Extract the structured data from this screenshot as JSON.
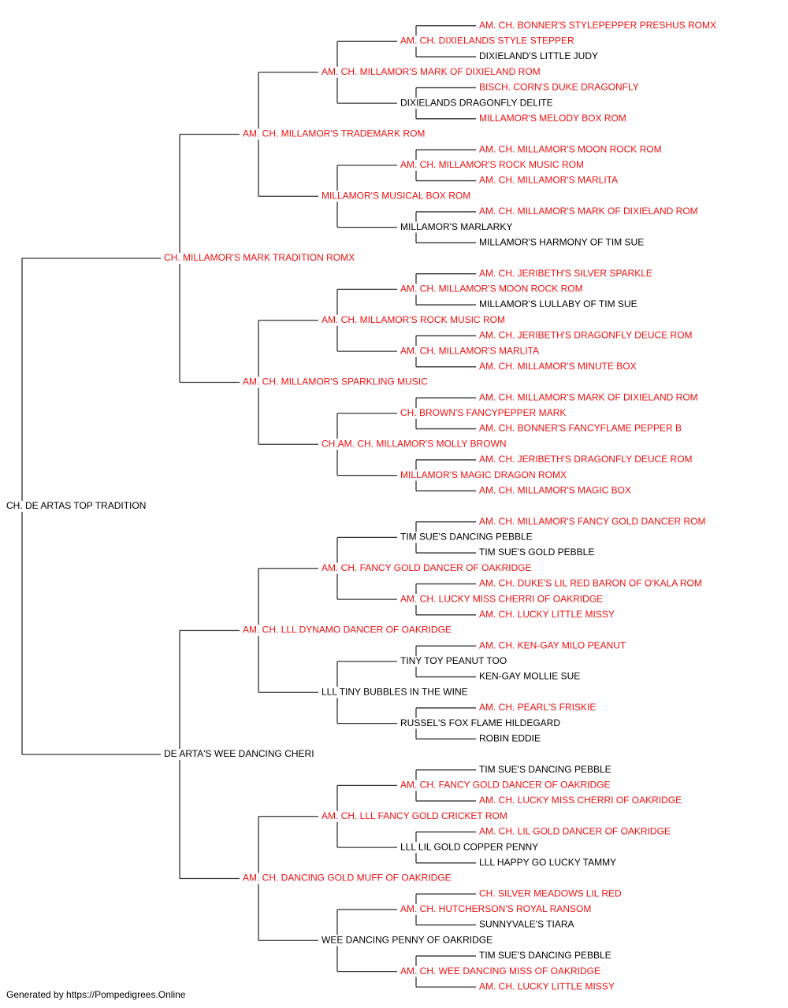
{
  "colors": {
    "champion": "#ee1111",
    "normal": "#000000",
    "connector": "#333333"
  },
  "footer": "Generated by https://Pompedigrees.Online",
  "tree": {
    "name": "CH. DE ARTAS TOP TRADITION",
    "champion": false,
    "sire": {
      "name": "CH. MILLAMOR'S MARK TRADITION ROMX",
      "champion": true,
      "sire": {
        "name": "AM. CH. MILLAMOR'S TRADEMARK ROM",
        "champion": true,
        "sire": {
          "name": "AM. CH. MILLAMOR'S MARK OF DIXIELAND ROM",
          "champion": true,
          "sire": {
            "name": "AM. CH. DIXIELANDS STYLE STEPPER",
            "champion": true,
            "sire": {
              "name": "AM. CH. BONNER'S STYLEPEPPER PRESHUS ROMX",
              "champion": true
            },
            "dam": {
              "name": "DIXIELAND'S LITTLE JUDY",
              "champion": false
            }
          },
          "dam": {
            "name": "DIXIELANDS DRAGONFLY DELITE",
            "champion": false,
            "sire": {
              "name": "BISCH. CORN'S DUKE DRAGONFLY",
              "champion": true
            },
            "dam": {
              "name": "MILLAMOR'S MELODY BOX ROM",
              "champion": true
            }
          }
        },
        "dam": {
          "name": "MILLAMOR'S MUSICAL BOX ROM",
          "champion": true,
          "sire": {
            "name": "AM. CH. MILLAMOR'S ROCK MUSIC ROM",
            "champion": true,
            "sire": {
              "name": "AM. CH. MILLAMOR'S MOON ROCK ROM",
              "champion": true
            },
            "dam": {
              "name": "AM. CH. MILLAMOR'S MARLITA",
              "champion": true
            }
          },
          "dam": {
            "name": "MILLAMOR'S MARLARKY",
            "champion": false,
            "sire": {
              "name": "AM. CH. MILLAMOR'S MARK OF DIXIELAND ROM",
              "champion": true
            },
            "dam": {
              "name": "MILLAMOR'S HARMONY OF TIM SUE",
              "champion": false
            }
          }
        }
      },
      "dam": {
        "name": "AM. CH. MILLAMOR'S SPARKLING MUSIC",
        "champion": true,
        "sire": {
          "name": "AM. CH. MILLAMOR'S ROCK MUSIC ROM",
          "champion": true,
          "sire": {
            "name": "AM. CH. MILLAMOR'S MOON ROCK ROM",
            "champion": true,
            "sire": {
              "name": "AM. CH. JERIBETH'S SILVER SPARKLE",
              "champion": true
            },
            "dam": {
              "name": "MILLAMOR'S LULLABY OF TIM SUE",
              "champion": false
            }
          },
          "dam": {
            "name": "AM. CH. MILLAMOR'S MARLITA",
            "champion": true,
            "sire": {
              "name": "AM. CH. JERIBETH'S DRAGONFLY DEUCE ROM",
              "champion": true
            },
            "dam": {
              "name": "AM. CH. MILLAMOR'S MINUTE BOX",
              "champion": true
            }
          }
        },
        "dam": {
          "name": "CH.AM. CH. MILLAMOR'S MOLLY BROWN",
          "champion": true,
          "sire": {
            "name": "CH. BROWN'S FANCYPEPPER MARK",
            "champion": true,
            "sire": {
              "name": "AM. CH. MILLAMOR'S MARK OF DIXIELAND ROM",
              "champion": true
            },
            "dam": {
              "name": "AM. CH. BONNER'S FANCYFLAME PEPPER B",
              "champion": true
            }
          },
          "dam": {
            "name": "MILLAMOR'S MAGIC DRAGON ROMX",
            "champion": true,
            "sire": {
              "name": "AM. CH. JERIBETH'S DRAGONFLY DEUCE ROM",
              "champion": true
            },
            "dam": {
              "name": "AM. CH. MILLAMOR'S MAGIC BOX",
              "champion": true
            }
          }
        }
      }
    },
    "dam": {
      "name": "DE ARTA'S WEE DANCING CHERI",
      "champion": false,
      "sire": {
        "name": "AM. CH. LLL DYNAMO DANCER OF OAKRIDGE",
        "champion": true,
        "sire": {
          "name": "AM. CH. FANCY GOLD DANCER OF OAKRIDGE",
          "champion": true,
          "sire": {
            "name": "TIM SUE'S DANCING PEBBLE",
            "champion": false,
            "sire": {
              "name": "AM. CH. MILLAMOR'S FANCY GOLD DANCER ROM",
              "champion": true
            },
            "dam": {
              "name": "TIM SUE'S GOLD PEBBLE",
              "champion": false
            }
          },
          "dam": {
            "name": "AM. CH. LUCKY MISS CHERRI OF OAKRIDGE",
            "champion": true,
            "sire": {
              "name": "AM. CH. DUKE'S LIL RED BARON OF O'KALA ROM",
              "champion": true
            },
            "dam": {
              "name": "AM. CH. LUCKY LITTLE MISSY",
              "champion": true
            }
          }
        },
        "dam": {
          "name": "LLL TINY BUBBLES IN THE WINE",
          "champion": false,
          "sire": {
            "name": "TINY TOY PEANUT TOO",
            "champion": false,
            "sire": {
              "name": "AM. CH. KEN-GAY MILO PEANUT",
              "champion": true
            },
            "dam": {
              "name": "KEN-GAY MOLLIE SUE",
              "champion": false
            }
          },
          "dam": {
            "name": "RUSSEL'S FOX FLAME HILDEGARD",
            "champion": false,
            "sire": {
              "name": "AM. CH. PEARL'S FRISKIE",
              "champion": true
            },
            "dam": {
              "name": "ROBIN EDDIE",
              "champion": false
            }
          }
        }
      },
      "dam": {
        "name": "AM. CH. DANCING GOLD MUFF OF OAKRIDGE",
        "champion": true,
        "sire": {
          "name": "AM. CH. LLL FANCY GOLD CRICKET ROM",
          "champion": true,
          "sire": {
            "name": "AM. CH. FANCY GOLD DANCER OF OAKRIDGE",
            "champion": true,
            "sire": {
              "name": "TIM SUE'S DANCING PEBBLE",
              "champion": false
            },
            "dam": {
              "name": "AM. CH. LUCKY MISS CHERRI OF OAKRIDGE",
              "champion": true
            }
          },
          "dam": {
            "name": "LLL LIL GOLD COPPER PENNY",
            "champion": false,
            "sire": {
              "name": "AM. CH. LIL GOLD DANCER OF OAKRIDGE",
              "champion": true
            },
            "dam": {
              "name": "LLL HAPPY GO LUCKY TAMMY",
              "champion": false
            }
          }
        },
        "dam": {
          "name": "WEE DANCING PENNY OF OAKRIDGE",
          "champion": false,
          "sire": {
            "name": "AM. CH. HUTCHERSON'S ROYAL RANSOM",
            "champion": true,
            "sire": {
              "name": "CH. SILVER MEADOWS LIL RED",
              "champion": true
            },
            "dam": {
              "name": "SUNNYVALE'S TIARA",
              "champion": false
            }
          },
          "dam": {
            "name": "AM. CH. WEE DANCING MISS OF OAKRIDGE",
            "champion": true,
            "sire": {
              "name": "TIM SUE'S DANCING PEBBLE",
              "champion": false
            },
            "dam": {
              "name": "AM. CH. LUCKY LITTLE MISSY",
              "champion": true
            }
          }
        }
      }
    }
  }
}
